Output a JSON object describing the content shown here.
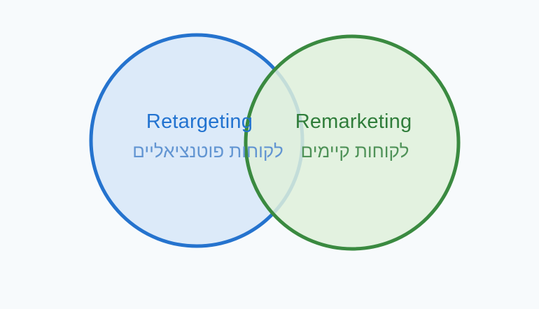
{
  "page": {
    "background_color": "#F7FAFC"
  },
  "diagram": {
    "type": "venn",
    "description_from_pixels_only": "two overlapping circles",
    "left_circle": {
      "title": "Retargeting",
      "subtitle": "לקוחות פוטנציאליים",
      "stroke_color": "#2573CE",
      "fill_color": "#D9E8F9",
      "fill_opacity": "0.92",
      "title_color": "#2273D0",
      "subtitle_color": "#6295D2"
    },
    "right_circle": {
      "title": "Remarketing",
      "subtitle": "לקוחות קיימים",
      "stroke_color": "#3A8A40",
      "fill_color": "#DFF0DB",
      "fill_opacity": "0.85",
      "title_color": "#2F7D3A",
      "subtitle_color": "#4F9258"
    }
  }
}
